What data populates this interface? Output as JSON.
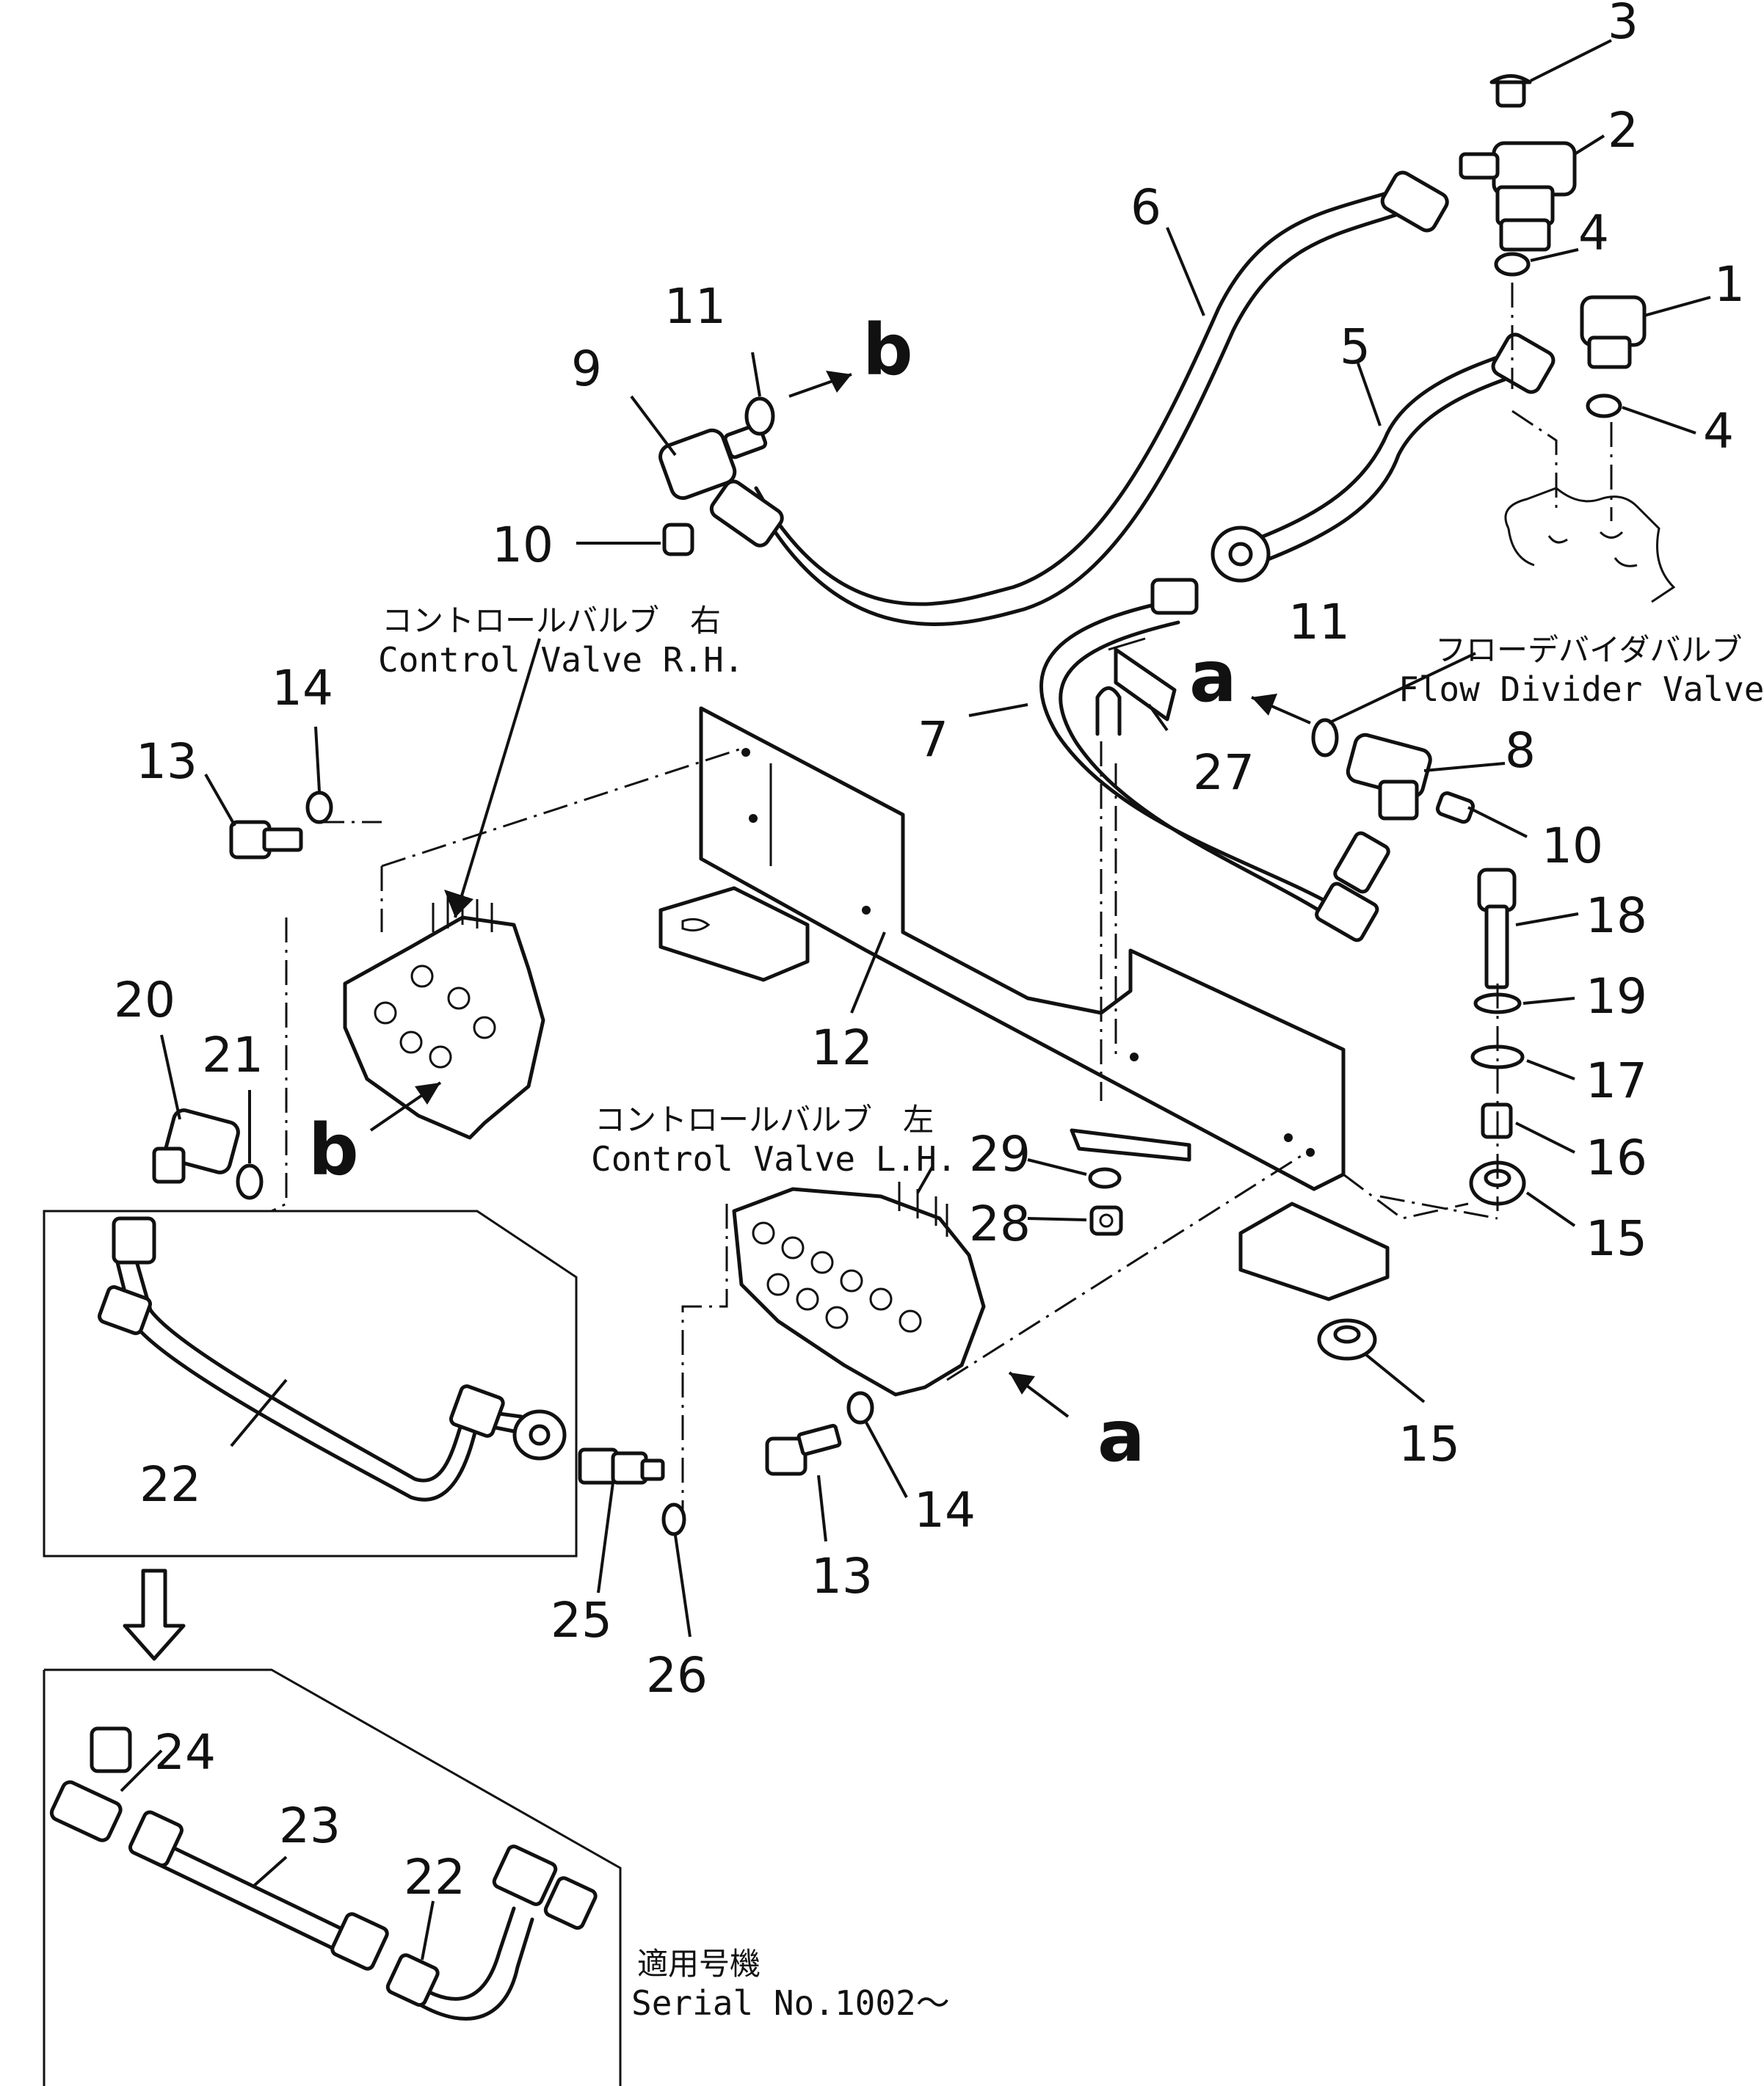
{
  "callouts": [
    "1",
    "2",
    "3",
    "4",
    "5",
    "6",
    "7",
    "8",
    "9",
    "10",
    "11",
    "12",
    "13",
    "14",
    "15",
    "16",
    "17",
    "18",
    "19",
    "20",
    "21",
    "22",
    "23",
    "24",
    "25",
    "26",
    "27",
    "28",
    "29"
  ],
  "view_refs": {
    "a": "a",
    "b": "b"
  },
  "labels": {
    "control_valve_rh_jp": "コントロールバルブ　右",
    "control_valve_rh_en": "Control Valve R.H.",
    "control_valve_lh_jp": "コントロールバルブ　左",
    "control_valve_lh_en": "Control Valve L.H.",
    "flow_divider_jp": "フローデバイダバルブ",
    "flow_divider_en": "Flow Divider Valve",
    "serial_jp": "適用号機",
    "serial_en": "Serial No.1002～"
  }
}
